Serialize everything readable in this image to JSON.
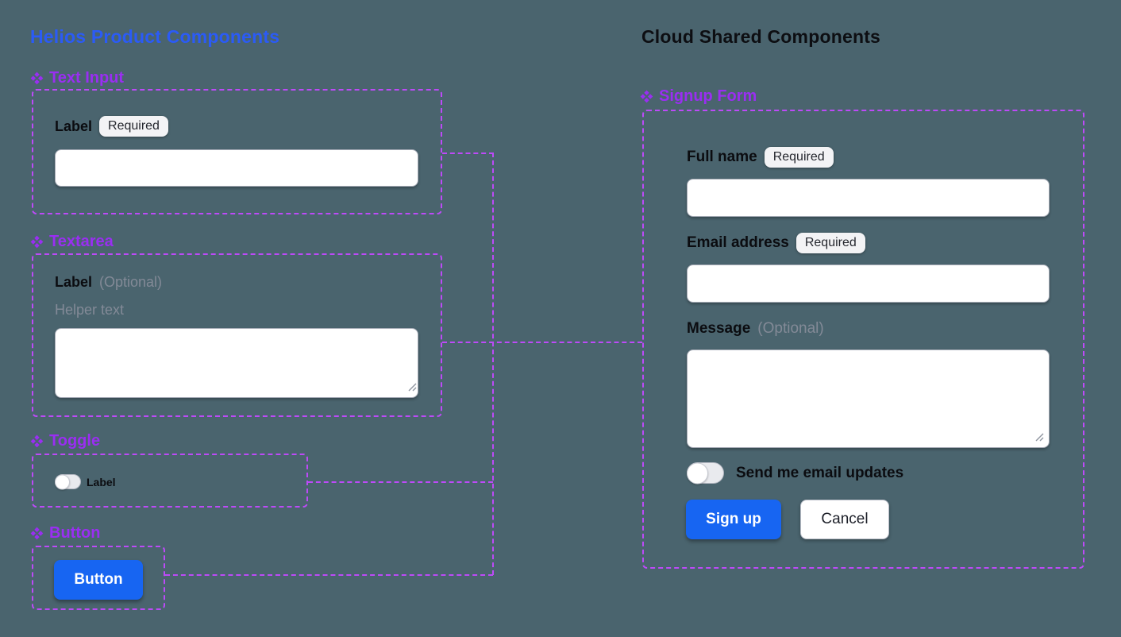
{
  "colors": {
    "background": "#4a646e",
    "helios_title_blue": "#2b5bf6",
    "cloud_title_dark": "#0d0e12",
    "component_label_purple": "#9a2ef2",
    "dashed_outline_purple": "#bd4af8",
    "primary_button_blue": "#1765f2",
    "badge_background": "#f3f3f5"
  },
  "icons": {
    "component_icon": "four-diamonds",
    "resize_handle_icon": "diagonal-grip-lines"
  },
  "left_panel": {
    "title": "Helios Product Components",
    "text_input": {
      "component_name": "Text Input",
      "label": "Label",
      "badge": "Required",
      "value": ""
    },
    "textarea": {
      "component_name": "Textarea",
      "label": "Label",
      "optional": "(Optional)",
      "helper": "Helper text",
      "value": ""
    },
    "toggle": {
      "component_name": "Toggle",
      "label": "Label",
      "state": "off"
    },
    "button": {
      "component_name": "Button",
      "button_label": "Button"
    }
  },
  "right_panel": {
    "title": "Cloud Shared Components",
    "signup_form": {
      "component_name": "Signup Form",
      "full_name": {
        "label": "Full name",
        "badge": "Required",
        "value": ""
      },
      "email": {
        "label": "Email address",
        "badge": "Required",
        "value": ""
      },
      "message": {
        "label": "Message",
        "optional": "(Optional)",
        "value": ""
      },
      "updates_toggle": {
        "label": "Send me email updates",
        "state": "off"
      },
      "submit_label": "Sign up",
      "cancel_label": "Cancel"
    }
  }
}
